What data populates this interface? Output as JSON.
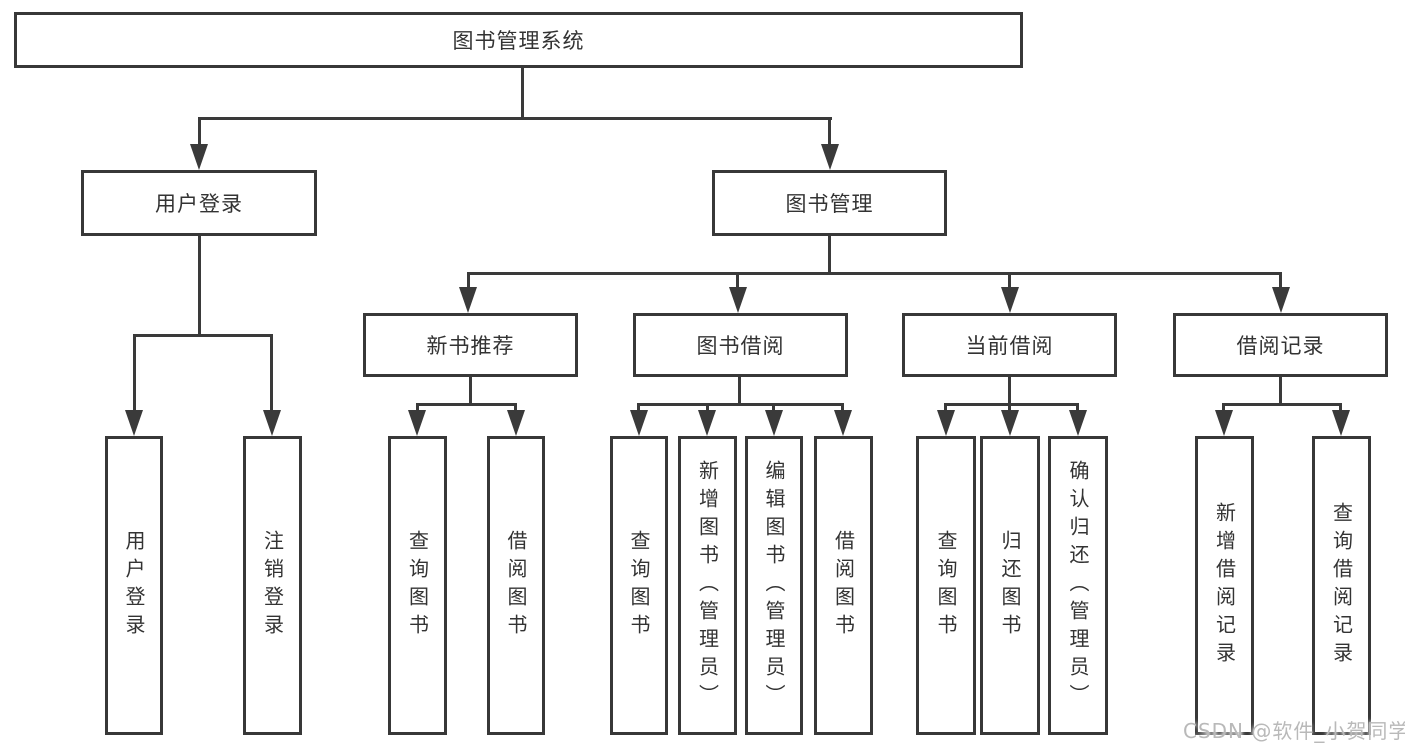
{
  "diagram": {
    "root": {
      "label": "图书管理系统"
    },
    "level2": [
      {
        "label": "用户登录"
      },
      {
        "label": "图书管理"
      }
    ],
    "level3": [
      {
        "label": "新书推荐"
      },
      {
        "label": "图书借阅"
      },
      {
        "label": "当前借阅"
      },
      {
        "label": "借阅记录"
      }
    ],
    "leaves": [
      {
        "label": "用户登录",
        "parent": "用户登录"
      },
      {
        "label": "注销登录",
        "parent": "用户登录"
      },
      {
        "label": "查询图书",
        "parent": "新书推荐"
      },
      {
        "label": "借阅图书",
        "parent": "新书推荐"
      },
      {
        "label": "查询图书",
        "parent": "图书借阅"
      },
      {
        "label": "新增图书（管理员）",
        "parent": "图书借阅"
      },
      {
        "label": "编辑图书（管理员）",
        "parent": "图书借阅"
      },
      {
        "label": "借阅图书",
        "parent": "图书借阅"
      },
      {
        "label": "查询图书",
        "parent": "当前借阅"
      },
      {
        "label": "归还图书",
        "parent": "当前借阅"
      },
      {
        "label": "确认归还（管理员）",
        "parent": "当前借阅"
      },
      {
        "label": "新增借阅记录",
        "parent": "借阅记录"
      },
      {
        "label": "查询借阅记录",
        "parent": "借阅记录"
      }
    ],
    "colors": {
      "line": "#3a3a3a",
      "border": "#383838",
      "text": "#333333",
      "background": "#ffffff",
      "watermark": "#b9b9b9"
    }
  },
  "watermark": {
    "text": "CSDN @软件_小贺同学"
  }
}
